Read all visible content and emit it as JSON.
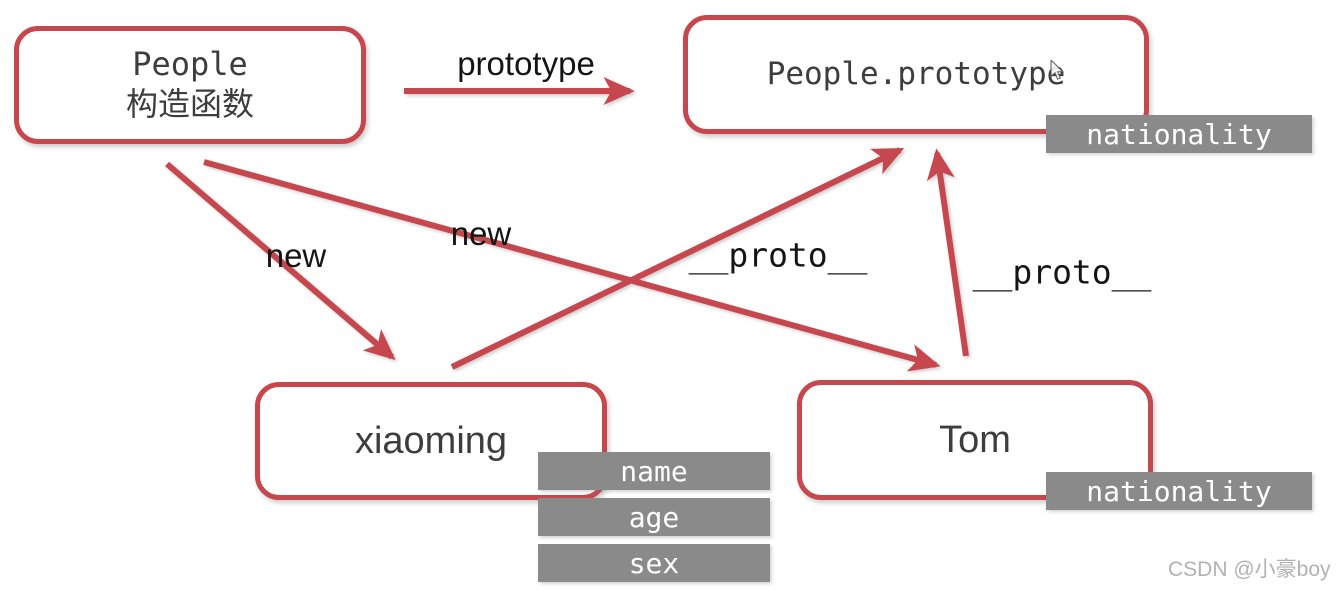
{
  "nodes": {
    "people": {
      "title": "People",
      "subtitle": "构造函数"
    },
    "people_prototype": {
      "title": "People.prototype"
    },
    "xiaoming": {
      "title": "xiaoming"
    },
    "tom": {
      "title": "Tom"
    }
  },
  "edge_labels": {
    "prototype": "prototype",
    "new_to_xiaoming": "new",
    "new_to_tom": "new",
    "proto_from_xiaoming": "__proto__",
    "proto_from_tom": "__proto__"
  },
  "property_tags": {
    "prototype_nationality": "nationality",
    "xiaoming": [
      "name",
      "age",
      "sex"
    ],
    "tom_nationality": "nationality"
  },
  "watermark": "CSDN @小豪boy",
  "colors": {
    "accent_red": "#c7474e",
    "tag_gray": "#8a8a8a",
    "node_text": "#3d3d3d",
    "watermark_gray": "#b2b2b2"
  }
}
